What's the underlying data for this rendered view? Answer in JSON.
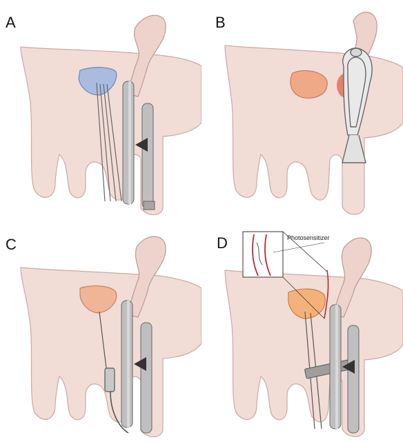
{
  "panels": [
    {
      "label": "A",
      "technique": "transperineal needle placement guided by transrectal ultrasound probe"
    },
    {
      "label": "B",
      "technique": "transrectal focused energy probe"
    },
    {
      "label": "C",
      "technique": "single transperineal applicator guided by transrectal probe"
    },
    {
      "label": "D",
      "technique": "light fibers through perineal template with inset of photosensitizer in vessel"
    }
  ],
  "callout": {
    "text": "Photosensitizer"
  },
  "colors": {
    "skin": "#f2dcd6",
    "skin_outline": "#c9aaa3",
    "prostate_a": "#a9bce0",
    "prostate_warm": "#f0a987",
    "probe": "#bfbfbf",
    "vessel": "#c0272d"
  }
}
